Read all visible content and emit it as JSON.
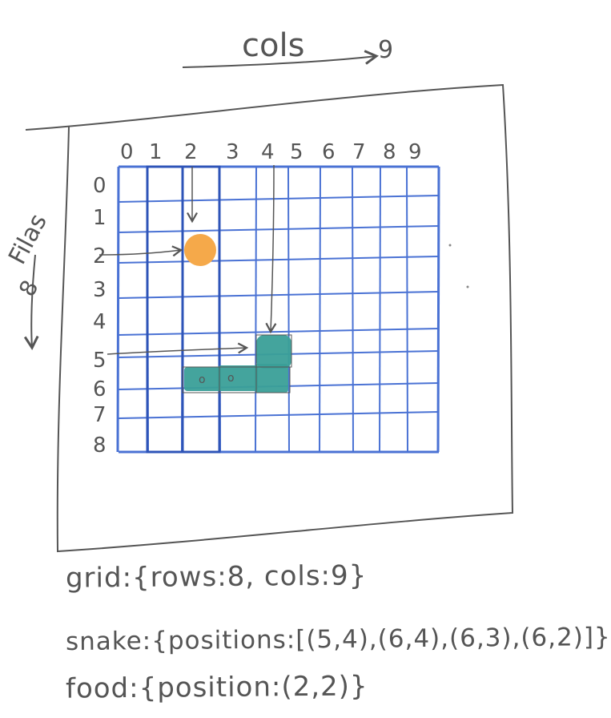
{
  "header": {
    "cols_label": "cols",
    "cols_value": "9"
  },
  "side": {
    "rows_label": "Filas",
    "rows_value": "8"
  },
  "grid": {
    "col_labels": [
      "0",
      "1",
      "2",
      "3",
      "4",
      "5",
      "6",
      "7",
      "8",
      "9"
    ],
    "row_labels": [
      "0",
      "1",
      "2",
      "3",
      "4",
      "5",
      "6",
      "7",
      "8"
    ],
    "line_color": "#4a72d4",
    "highlight_color": "#2e54b8"
  },
  "food": {
    "color": "#f5a94a"
  },
  "snake": {
    "color": "#3a9f98",
    "segment_marks": [
      "o",
      "o"
    ]
  },
  "notes": {
    "grid_line": "grid:{rows:8, cols:9}",
    "snake_line": "snake:{positions:[(5,4),(6,4),(6,3),(6,2)]}",
    "food_line": "food:{position:(2,2)}"
  }
}
